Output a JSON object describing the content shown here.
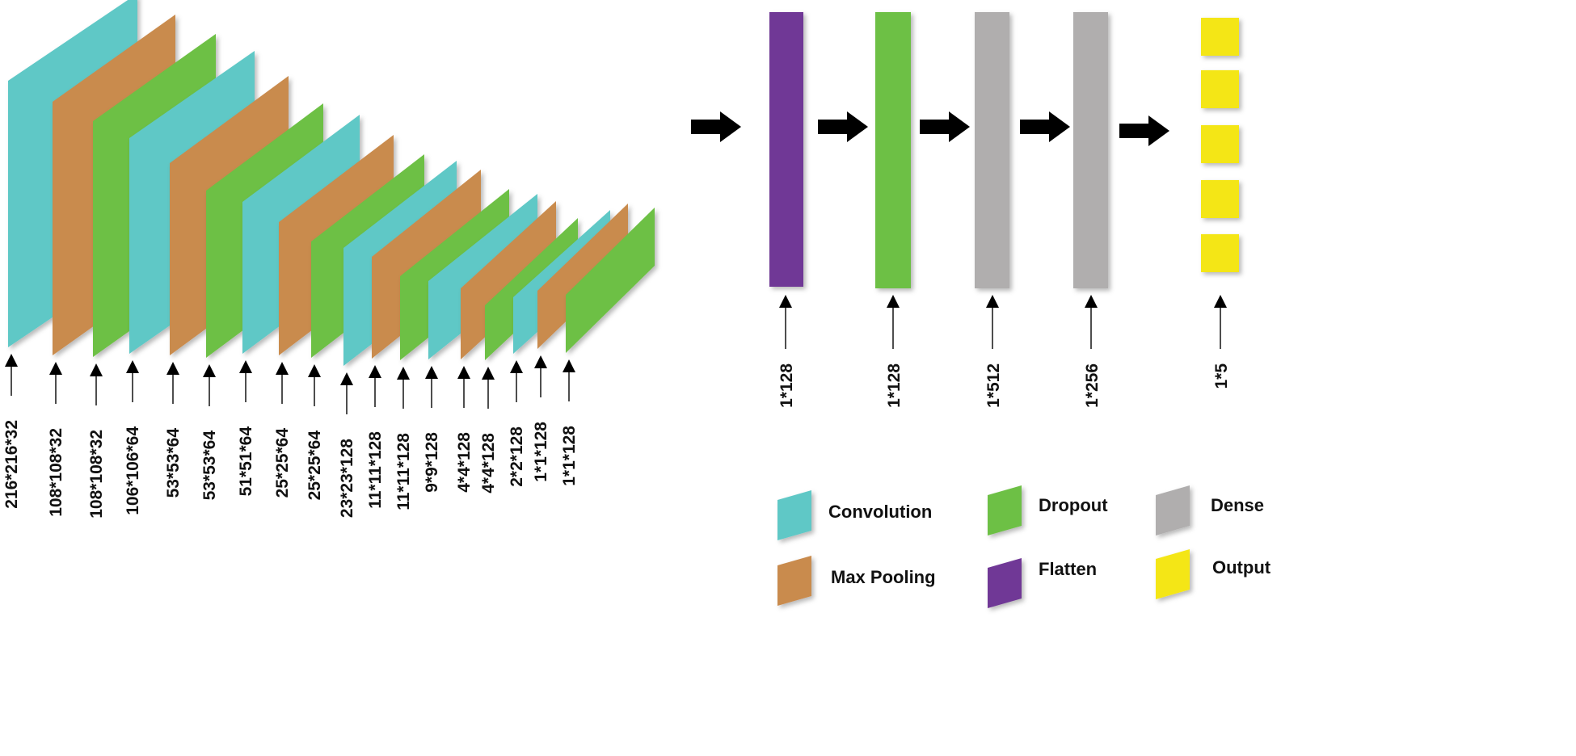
{
  "colors": {
    "convolution": "#5ec8c6",
    "max_pooling": "#c98b4e",
    "dropout": "#6dc044",
    "flatten": "#6f3796",
    "dense": "#b0aeae",
    "output": "#f4e615"
  },
  "feature_maps": [
    {
      "type": "convolution",
      "label": "216*216*32"
    },
    {
      "type": "max_pooling",
      "label": "108*108*32"
    },
    {
      "type": "dropout",
      "label": "108*108*32"
    },
    {
      "type": "convolution",
      "label": "106*106*64"
    },
    {
      "type": "max_pooling",
      "label": "53*53*64"
    },
    {
      "type": "dropout",
      "label": "53*53*64"
    },
    {
      "type": "convolution",
      "label": "51*51*64"
    },
    {
      "type": "max_pooling",
      "label": "25*25*64"
    },
    {
      "type": "dropout",
      "label": "25*25*64"
    },
    {
      "type": "convolution",
      "label": "23*23*128"
    },
    {
      "type": "max_pooling",
      "label": "11*11*128"
    },
    {
      "type": "dropout",
      "label": "11*11*128"
    },
    {
      "type": "convolution",
      "label": "9*9*128"
    },
    {
      "type": "max_pooling",
      "label": "4*4*128"
    },
    {
      "type": "dropout",
      "label": "4*4*128"
    },
    {
      "type": "convolution",
      "label": "2*2*128"
    },
    {
      "type": "max_pooling",
      "label": "1*1*128"
    },
    {
      "type": "dropout",
      "label": "1*1*128"
    }
  ],
  "dense_layers": [
    {
      "type": "flatten",
      "label": "1*128"
    },
    {
      "type": "dropout",
      "label": "1*128"
    },
    {
      "type": "dense",
      "label": "1*512"
    },
    {
      "type": "dense",
      "label": "1*256"
    },
    {
      "type": "output",
      "label": "1*5"
    }
  ],
  "legend": [
    {
      "type": "convolution",
      "label": "Convolution"
    },
    {
      "type": "dropout",
      "label": "Dropout"
    },
    {
      "type": "dense",
      "label": "Dense"
    },
    {
      "type": "max_pooling",
      "label": "Max Pooling"
    },
    {
      "type": "flatten",
      "label": "Flatten"
    },
    {
      "type": "output",
      "label": "Output"
    }
  ]
}
